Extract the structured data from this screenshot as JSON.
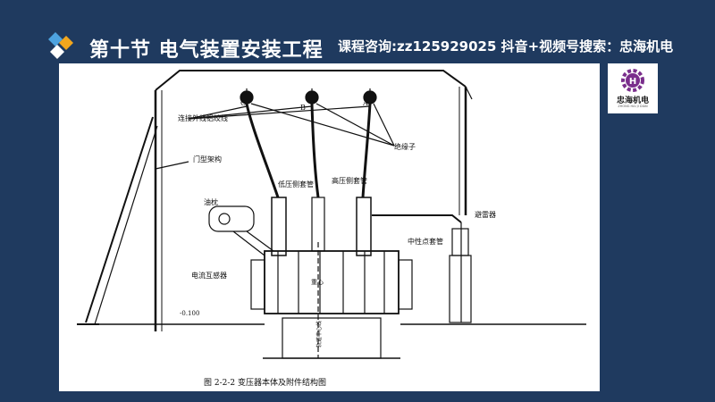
{
  "header": {
    "title": "第十节  电气装置安装工程",
    "contact": "课程咨询:zz125929025   抖音+视频号搜索：忠海机电"
  },
  "brand": {
    "name": "忠海机电",
    "sub": "ZHONG HAI JI DIAN"
  },
  "diagram": {
    "caption": "图 2-2-2    变压器本体及附件结构图",
    "labels": {
      "phase_c": "C",
      "phase_b": "B",
      "phase_a": "A",
      "bare_wire": "连接外线铝绞线",
      "insulator": "绝缘子",
      "gantry": "门型架构",
      "lv_bushing": "低压侧套管",
      "hv_bushing": "高压侧套管",
      "conservator": "油枕",
      "arrester": "避雷器",
      "neutral_bushing": "中性点套管",
      "ct": "电流互感器",
      "cog": "重心",
      "center_line": "轨道中心线",
      "level": "-0.100"
    }
  }
}
